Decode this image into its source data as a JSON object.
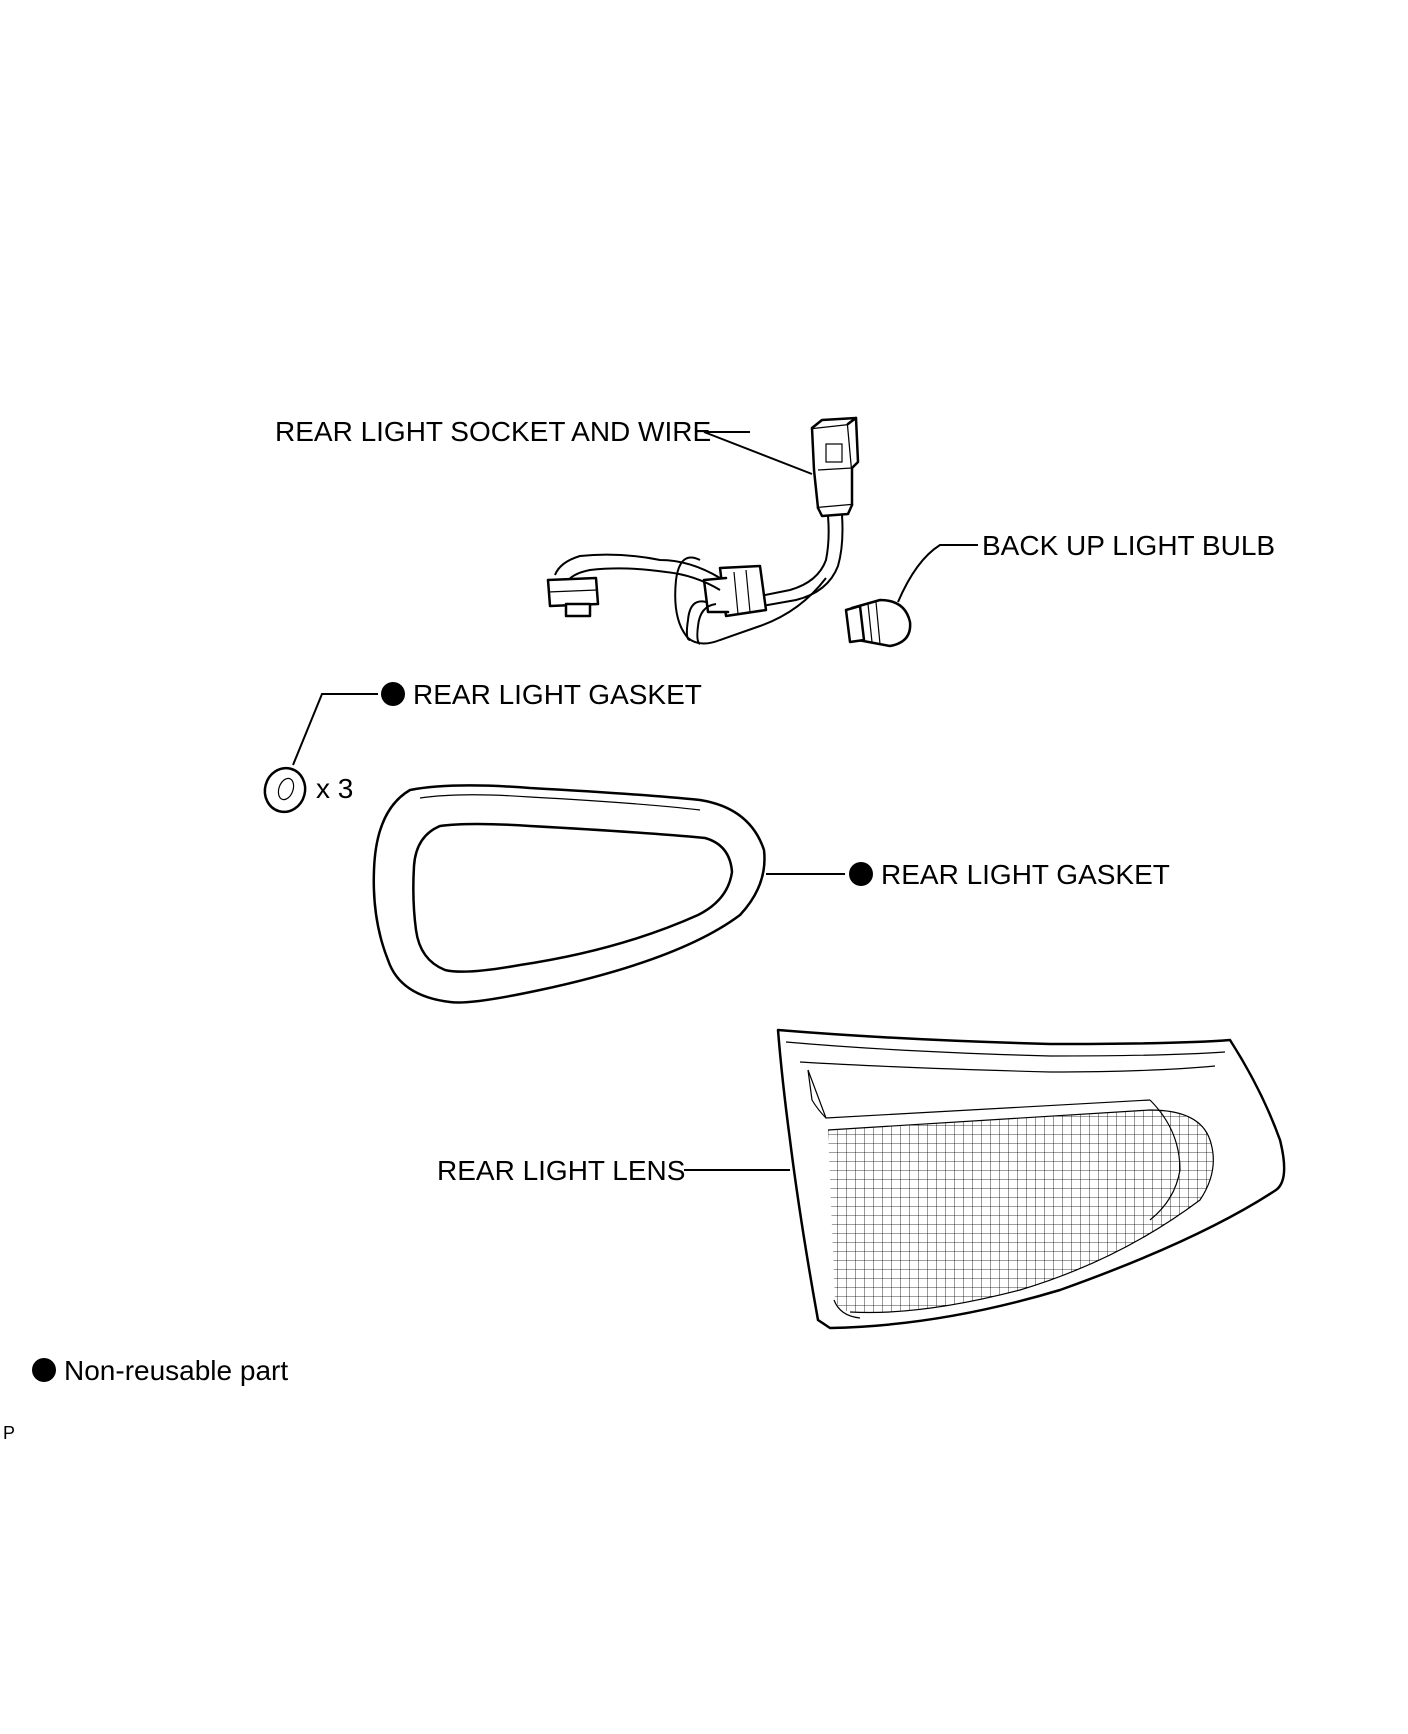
{
  "labels": {
    "socket_wire": "REAR LIGHT SOCKET AND WIRE",
    "bulb": "BACK UP LIGHT BULB",
    "gasket_small": "REAR LIGHT GASKET",
    "gasket_small_qty": "x 3",
    "gasket_large": "REAR LIGHT GASKET",
    "lens": "REAR LIGHT LENS"
  },
  "legend": {
    "text": "Non-reusable part"
  },
  "footer": {
    "code": "P"
  },
  "colors": {
    "line": "#000000",
    "background": "#ffffff"
  }
}
